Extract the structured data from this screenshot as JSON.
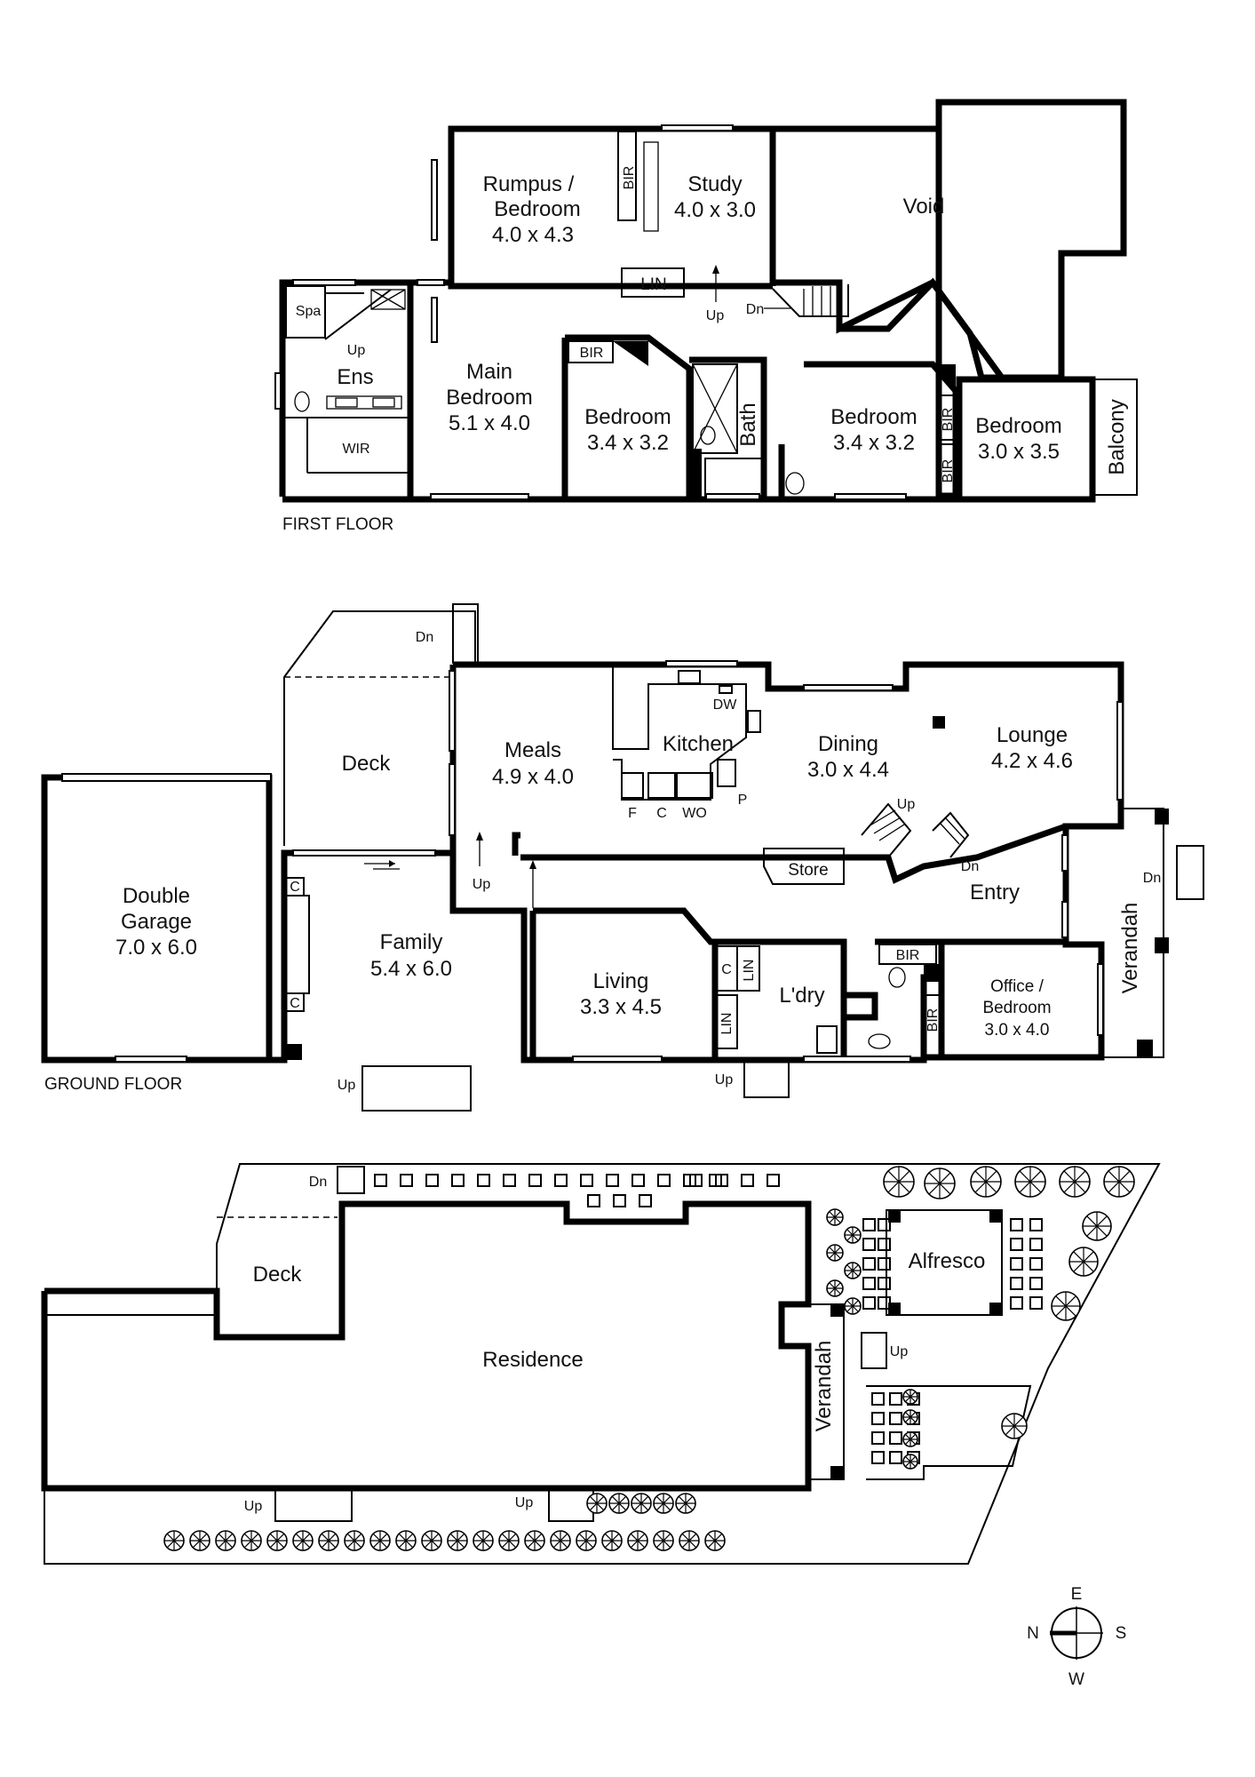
{
  "first_floor": {
    "label": "FIRST FLOOR",
    "rooms": {
      "rumpus": [
        "Rumpus /",
        "Bedroom",
        "4.0 x 4.3"
      ],
      "study": [
        "Study",
        "4.0 x 3.0"
      ],
      "void": "Void",
      "main_bedroom": [
        "Main",
        "Bedroom",
        "5.1 x 4.0"
      ],
      "ensuite": "Ens",
      "spa": "Spa",
      "wir": "WIR",
      "bedroom_2": [
        "Bedroom",
        "3.4 x 3.2"
      ],
      "bath": "Bath",
      "bedroom_3": [
        "Bedroom",
        "3.4 x 3.2"
      ],
      "bedroom_4": [
        "Bedroom",
        "3.0 x 3.5"
      ],
      "balcony": "Balcony",
      "lin": "LIN",
      "bir": "BIR"
    },
    "stair_up": "Up",
    "stair_dn": "Dn"
  },
  "ground_floor": {
    "label": "GROUND FLOOR",
    "rooms": {
      "deck": "Deck",
      "meals": [
        "Meals",
        "4.9 x 4.0"
      ],
      "kitchen": "Kitchen",
      "dining": [
        "Dining",
        "3.0 x 4.4"
      ],
      "lounge": [
        "Lounge",
        "4.2 x 4.6"
      ],
      "garage": [
        "Double",
        "Garage",
        "7.0 x 6.0"
      ],
      "family": [
        "Family",
        "5.4 x 6.0"
      ],
      "living": [
        "Living",
        "3.3 x 4.5"
      ],
      "laundry": "L'dry",
      "store": "Store",
      "entry": "Entry",
      "office": [
        "Office /",
        "Bedroom",
        "3.0 x 4.0"
      ],
      "verandah": "Verandah"
    },
    "fixtures": {
      "dw": "DW",
      "f": "F",
      "c": "C",
      "wo": "WO",
      "p": "P",
      "lin": "LIN",
      "bir": "BIR"
    },
    "stair_up": "Up",
    "stair_dn": "Dn"
  },
  "site_plan": {
    "deck": "Deck",
    "residence": "Residence",
    "alfresco": "Alfresco",
    "verandah": "Verandah",
    "stair_up": "Up",
    "stair_dn": "Dn"
  },
  "compass": {
    "n": "N",
    "e": "E",
    "s": "S",
    "w": "W"
  }
}
